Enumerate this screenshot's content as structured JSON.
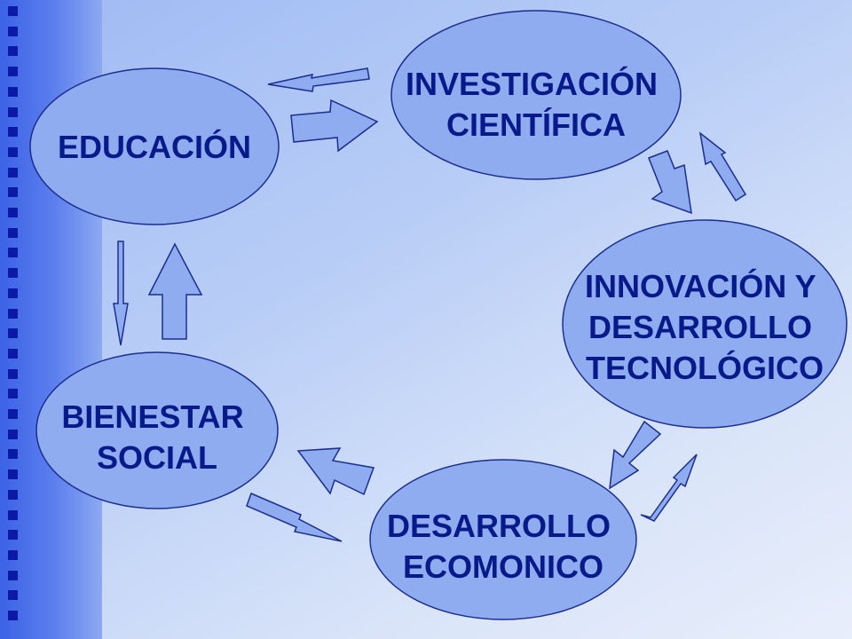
{
  "slide": {
    "colors": {
      "node_fill": "#8eacef",
      "node_stroke": "#1b2e8f",
      "arrow_fill": "#8eacef",
      "arrow_stroke": "#1b2e8f",
      "label": "#081a8a",
      "bullet": "#0a1aa6"
    }
  },
  "diagram": {
    "nodes": [
      {
        "id": "educacion",
        "lines": [
          "EDUCACIÓN"
        ]
      },
      {
        "id": "investigacion",
        "lines": [
          "INVESTIGACIÓN",
          "CIENTÍFICA"
        ]
      },
      {
        "id": "innovacion",
        "lines": [
          "INNOVACIÓN Y",
          "DESARROLLO",
          "TECNOLÓGICO"
        ]
      },
      {
        "id": "desarrollo",
        "lines": [
          "DESARROLLO",
          "ECOMONICO"
        ]
      },
      {
        "id": "bienestar",
        "lines": [
          "BIENESTAR",
          "SOCIAL"
        ]
      }
    ]
  }
}
